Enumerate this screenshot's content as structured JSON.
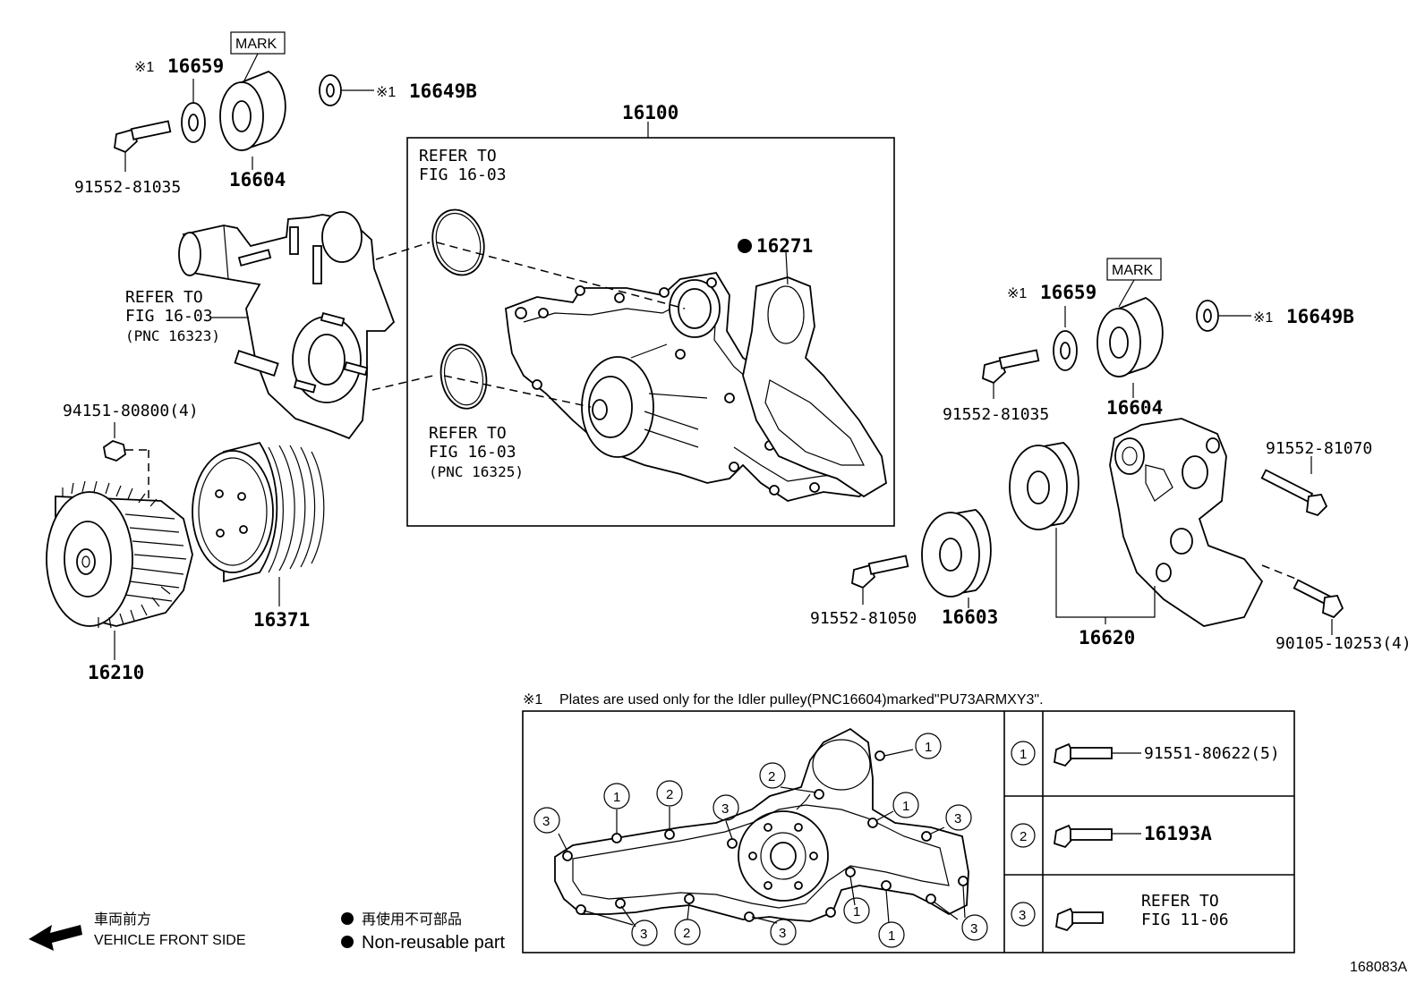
{
  "labels": {
    "pn_16659_l": "16659",
    "pn_16604_l": "16604",
    "pn_16649b_l": "16649B",
    "pn_91552_81035_l": "91552-81035",
    "mark_l": "MARK",
    "pn_16100": "16100",
    "refer_top_1": "REFER TO",
    "refer_top_2": "FIG 16-03",
    "pn_16271": "16271",
    "refer_left_1": "REFER TO",
    "refer_left_2": "FIG 16-03",
    "refer_left_3": "(PNC 16323)",
    "refer_mid_1": "REFER TO",
    "refer_mid_2": "FIG 16-03",
    "refer_mid_3": "(PNC 16325)",
    "pn_94151": "94151-80800(4)",
    "pn_16210": "16210",
    "pn_16371": "16371",
    "mark_r": "MARK",
    "pn_16659_r": "16659",
    "pn_16649b_r": "16649B",
    "pn_91552_81035_r": "91552-81035",
    "pn_16604_r": "16604",
    "pn_91552_81070": "91552-81070",
    "pn_91552_81050": "91552-81050",
    "pn_16603": "16603",
    "pn_16620": "16620",
    "pn_90105": "90105-10253(4)",
    "ref_mark": "※1",
    "note": "Plates are used only for the Idler pulley(PNC16604)marked\"PU73ARMXY3\".",
    "legend_1_pn": "91551-80622(5)",
    "legend_2_pn": "16193A",
    "legend_3_1": "REFER TO",
    "legend_3_2": "FIG 11-06",
    "front_jp": "車両前方",
    "front_en": "VEHICLE FRONT SIDE",
    "nonreuse_jp": "再使用不可部品",
    "nonreuse_en": "Non-reusable part",
    "fig_id": "168083A",
    "n1": "1",
    "n2": "2",
    "n3": "3"
  }
}
